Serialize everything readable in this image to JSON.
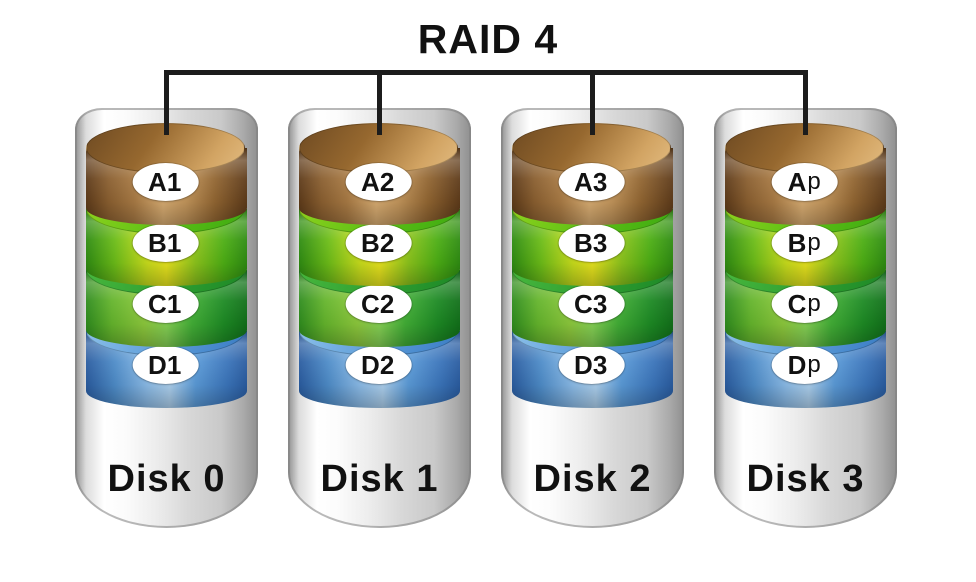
{
  "title": "RAID 4",
  "disks": [
    {
      "name": "Disk 0",
      "blocks": [
        {
          "main": "A1",
          "sub": ""
        },
        {
          "main": "B1",
          "sub": ""
        },
        {
          "main": "C1",
          "sub": ""
        },
        {
          "main": "D1",
          "sub": ""
        }
      ]
    },
    {
      "name": "Disk 1",
      "blocks": [
        {
          "main": "A2",
          "sub": ""
        },
        {
          "main": "B2",
          "sub": ""
        },
        {
          "main": "C2",
          "sub": ""
        },
        {
          "main": "D2",
          "sub": ""
        }
      ]
    },
    {
      "name": "Disk 2",
      "blocks": [
        {
          "main": "A3",
          "sub": ""
        },
        {
          "main": "B3",
          "sub": ""
        },
        {
          "main": "C3",
          "sub": ""
        },
        {
          "main": "D3",
          "sub": ""
        }
      ]
    },
    {
      "name": "Disk 3",
      "blocks": [
        {
          "main": "A",
          "sub": "p"
        },
        {
          "main": "B",
          "sub": "p"
        },
        {
          "main": "C",
          "sub": "p"
        },
        {
          "main": "D",
          "sub": "p"
        }
      ]
    }
  ],
  "colors": {
    "line": "#1c1c1c",
    "text": "#111111",
    "oval_bg": "#ffffff",
    "shell_edge": "#8f8f8f",
    "shell_light": "#ffffff",
    "shell_mid": "#d8d8d8",
    "shell_dark": "#aaaaaa",
    "brown_dark": "#5e3b1a",
    "brown_mid": "#a87a44",
    "brown_light": "#d9ad72",
    "brown_top_dark": "#6e4a22",
    "brown_top_light": "#d2a463",
    "lime_dark": "#2f8c12",
    "lime_mid": "#8cc41c",
    "lime_light": "#e9e61e",
    "lime_top_dark": "#3faa12",
    "lime_top_light": "#8fd21e",
    "green_dark": "#12701a",
    "green_mid": "#42ae36",
    "green_light": "#86d355",
    "green_top_dark": "#1d8826",
    "green_top_light": "#49b83e",
    "blue_dark": "#2a5ca0",
    "blue_mid": "#5b9bd8",
    "blue_light": "#aed2f0",
    "blue_top_dark": "#3a7cc4",
    "blue_top_light": "#8ec2ea"
  }
}
